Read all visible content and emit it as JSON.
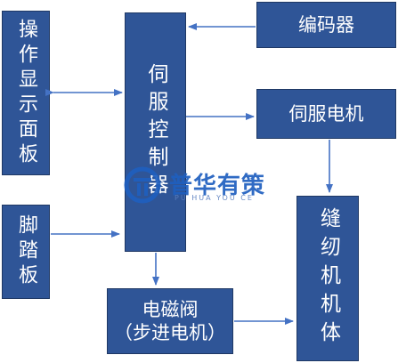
{
  "diagram": {
    "operation_panel": "操作显示面板",
    "foot_pedal": "脚踏板",
    "servo_controller": "伺服控制器",
    "encoder": "编码器",
    "servo_motor": "伺服电机",
    "solenoid_valve": "电磁阀\n（步进电机）",
    "sewing_machine_body": "缝纫机机体"
  },
  "watermark": {
    "title": "普华有策",
    "subtitle": "PU HUA YOU CE"
  },
  "colors": {
    "box_fill": "#2F5597",
    "arrow": "#4472C4",
    "watermark": "#1F5FBF"
  }
}
